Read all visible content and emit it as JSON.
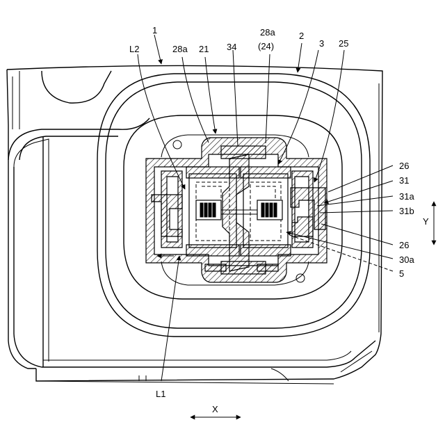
{
  "labels": {
    "l1": "1",
    "l2": "2",
    "l3": "3",
    "l25": "25",
    "l34": "34",
    "l21": "21",
    "l28a_left": "28a",
    "l28a_top": "28a",
    "l24": "(24)",
    "lL2": "L2",
    "lL1": "L1",
    "l26_top": "26",
    "l31": "31",
    "l31a": "31a",
    "l31b": "31b",
    "l26_bottom": "26",
    "l30a": "30a",
    "l5": "5",
    "lY": "Y",
    "lX": "X"
  }
}
